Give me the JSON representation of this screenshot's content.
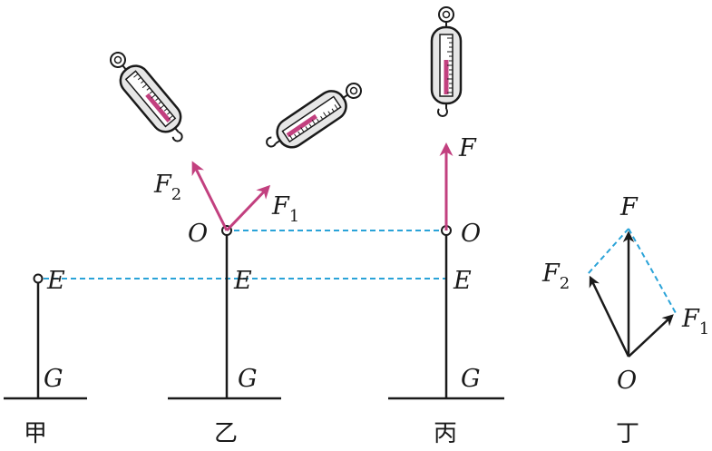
{
  "labels": {
    "O": "O",
    "E": "E",
    "G": "G",
    "F": "F",
    "F1_main": "F",
    "F1_sub": "1",
    "F2_main": "F",
    "F2_sub": "2"
  },
  "captions": {
    "jia": "甲",
    "yi": "乙",
    "bing": "丙",
    "ding": "丁"
  },
  "colors": {
    "force_arrow": "#c2407f",
    "dashed_line": "#2aa3d8",
    "ink": "#1a1a1a",
    "scale_body": "#e6e6e6"
  }
}
